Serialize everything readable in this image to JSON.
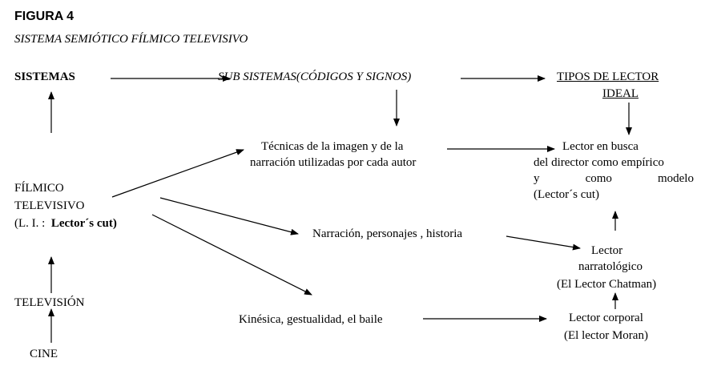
{
  "figure_label": "FIGURA 4",
  "subtitle": "SISTEMA SEMIÓTICO FÍLMICO TELEVISIVO",
  "sistemas": "SISTEMAS",
  "sub_sistemas": "SUB SISTEMAS(CÓDIGOS Y SIGNOS)",
  "tipos_lector": {
    "line1": "TIPOS DE LECTOR",
    "line2": "IDEAL"
  },
  "tecnicas": {
    "line1": "Técnicas de la imagen y de la",
    "line2": "narración utilizadas por cada autor"
  },
  "lector_busca": {
    "line1": "Lector  en  busca",
    "line2": "del director como empírico",
    "line3": [
      "y",
      "como",
      "modelo"
    ],
    "line4": "(Lector´s cut)"
  },
  "filmico": {
    "line1": "FÍLMICO",
    "line2": "TELEVISIVO",
    "line3_prefix": "(L. I. :  ",
    "line3_bold": "Lector´s cut)"
  },
  "narracion": "Narración, personajes , historia",
  "lector_narratologico": {
    "line1": "Lector",
    "line2": "narratológico",
    "line3": "(El Lector Chatman)"
  },
  "television": "TELEVISIÓN",
  "kinesica": "Kinésica, gestualidad, el baile",
  "lector_corporal": {
    "line1": "Lector corporal",
    "line2": "(El lector Moran)"
  },
  "cine": "CINE"
}
